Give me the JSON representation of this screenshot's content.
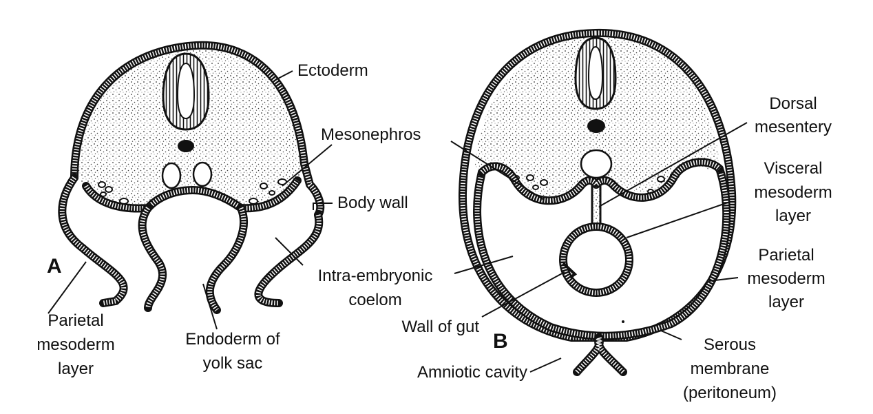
{
  "panels": {
    "a": {
      "letter": "A",
      "labels": {
        "ectoderm": "Ectoderm",
        "mesonephros": "Mesonephros",
        "body_wall": "Body wall",
        "intra_1": "Intra-embryonic",
        "intra_2": "coelom",
        "parietal_1": "Parietal",
        "parietal_2": "mesoderm",
        "parietal_3": "layer",
        "endoderm_1": "Endoderm of",
        "endoderm_2": "yolk sac"
      }
    },
    "b": {
      "letter": "B",
      "labels": {
        "dorsal_1": "Dorsal",
        "dorsal_2": "mesentery",
        "visceral_1": "Visceral",
        "visceral_2": "mesoderm",
        "visceral_3": "layer",
        "parietal_1": "Parietal",
        "parietal_2": "mesoderm",
        "parietal_3": "layer",
        "wall_of_gut": "Wall of gut",
        "amniotic": "Amniotic cavity",
        "serous_1": "Serous",
        "serous_2": "membrane",
        "serous_3": "(peritoneum)"
      }
    }
  }
}
